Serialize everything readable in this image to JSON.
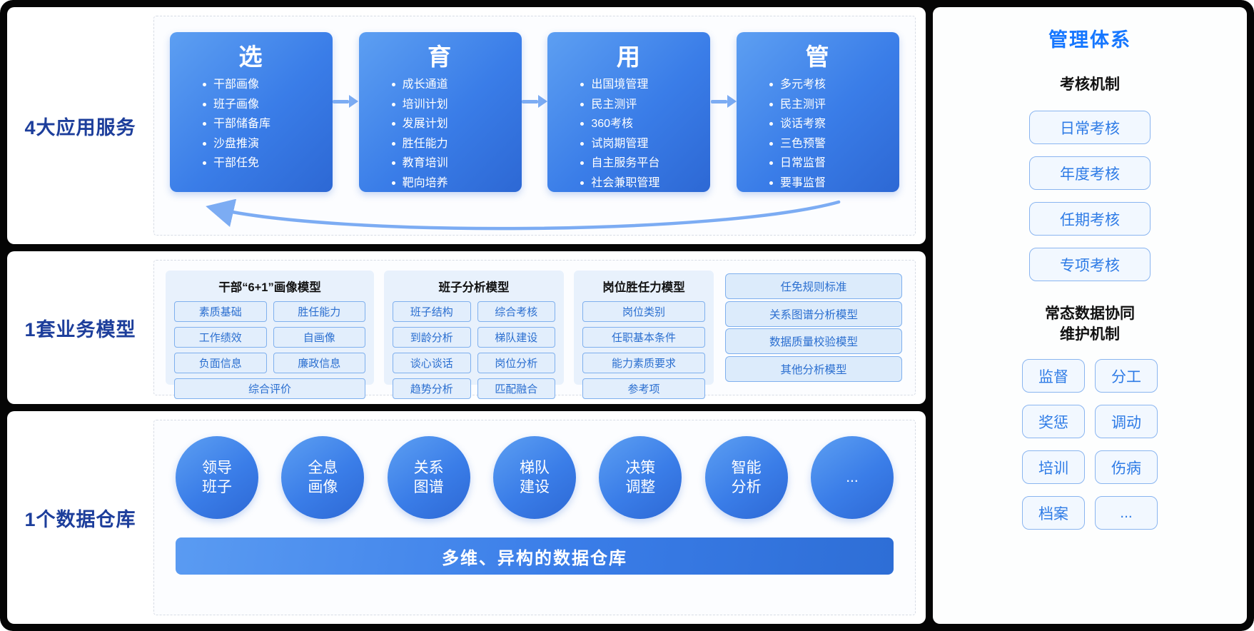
{
  "colors": {
    "accent_blue": "#1677ff",
    "box_gradient_start": "#5d9ff2",
    "box_gradient_end": "#2d68d4",
    "pill_border": "#7fb0ee",
    "section_label": "#1d3e9b"
  },
  "sections": {
    "services": {
      "label": "4大应用服务",
      "boxes": [
        {
          "title": "选",
          "items": [
            "干部画像",
            "班子画像",
            "干部储备库",
            "沙盘推演",
            "干部任免"
          ]
        },
        {
          "title": "育",
          "items": [
            "成长通道",
            "培训计划",
            "发展计划",
            "胜任能力",
            "教育培训",
            "靶向培养"
          ]
        },
        {
          "title": "用",
          "items": [
            "出国境管理",
            "民主测评",
            "360考核",
            "试岗期管理",
            "自主服务平台",
            "社会兼职管理"
          ]
        },
        {
          "title": "管",
          "items": [
            "多元考核",
            "民主测评",
            "谈话考察",
            "三色预警",
            "日常监督",
            "要事监督"
          ]
        }
      ]
    },
    "models": {
      "label": "1套业务模型",
      "groups": [
        {
          "title": "干部“6+1”画像模型",
          "pills": [
            "素质基础",
            "胜任能力",
            "工作绩效",
            "自画像",
            "负面信息",
            "廉政信息",
            "综合评价"
          ]
        },
        {
          "title": "班子分析模型",
          "pills": [
            "班子结构",
            "综合考核",
            "到龄分析",
            "梯队建设",
            "谈心谈话",
            "岗位分析",
            "趋势分析",
            "匹配融合"
          ]
        },
        {
          "title": "岗位胜任力模型",
          "pills": [
            "岗位类别",
            "任职基本条件",
            "能力素质要求",
            "参考项"
          ]
        }
      ],
      "extra_pills": [
        "任免规则标准",
        "关系图谱分析模型",
        "数据质量校验模型",
        "其他分析模型"
      ]
    },
    "warehouse": {
      "label": "1个数据仓库",
      "circles": [
        "领导\n班子",
        "全息\n画像",
        "关系\n图谱",
        "梯队\n建设",
        "决策\n调整",
        "智能\n分析",
        "..."
      ],
      "bar": "多维、异构的数据仓库"
    }
  },
  "sidebar": {
    "title": "管理体系",
    "assessment": {
      "heading": "考核机制",
      "items": [
        "日常考核",
        "年度考核",
        "任期考核",
        "专项考核"
      ]
    },
    "maintenance": {
      "heading": "常态数据协同\n维护机制",
      "items": [
        "监督",
        "分工",
        "奖惩",
        "调动",
        "培训",
        "伤病",
        "档案",
        "..."
      ]
    }
  }
}
